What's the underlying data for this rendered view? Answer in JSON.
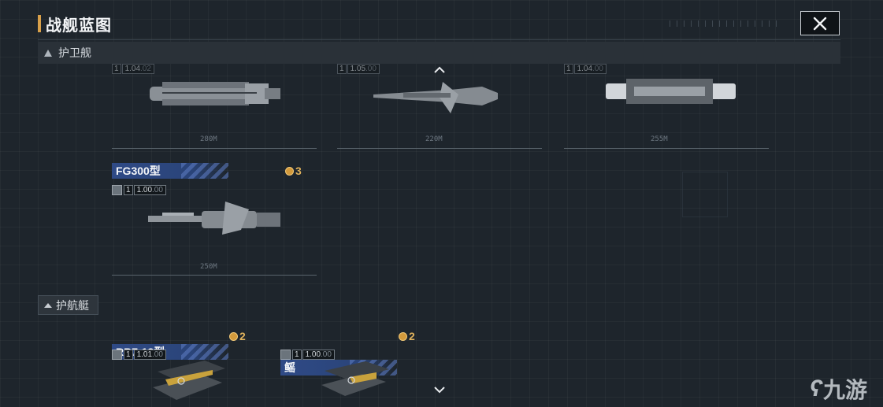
{
  "header": {
    "title": "战舰蓝图"
  },
  "sections": {
    "frigate": {
      "label": "护卫舰"
    },
    "escort": {
      "label": "护航艇"
    }
  },
  "top_row": [
    {
      "stat_value": "1.04",
      "stat_dim": ".02",
      "length": "280M"
    },
    {
      "stat_value": "1.05",
      "stat_dim": ".00",
      "length": "220M"
    },
    {
      "stat_value": "1.04",
      "stat_dim": ".00",
      "length": "255M"
    }
  ],
  "ships": [
    {
      "name": "FG300型",
      "count": "3",
      "level": "1",
      "stat": "1.00",
      "stat_dim": ".00",
      "length": "250M"
    },
    {
      "name": "RB7-13型",
      "count": "2",
      "level": "1",
      "stat": "1.01",
      "stat_dim": ".00"
    },
    {
      "name": "鳐",
      "count": "2",
      "level": "1",
      "stat": "1.00",
      "stat_dim": ".00"
    }
  ],
  "watermark": {
    "text": "九游"
  },
  "icons": [
    "close-icon",
    "chevron-up-icon",
    "chevron-down-icon",
    "resource-icon",
    "sort-icon"
  ],
  "colors": {
    "accent": "#d8a04a",
    "name_bar": "#2f4a86",
    "count": "#e0b25c"
  }
}
